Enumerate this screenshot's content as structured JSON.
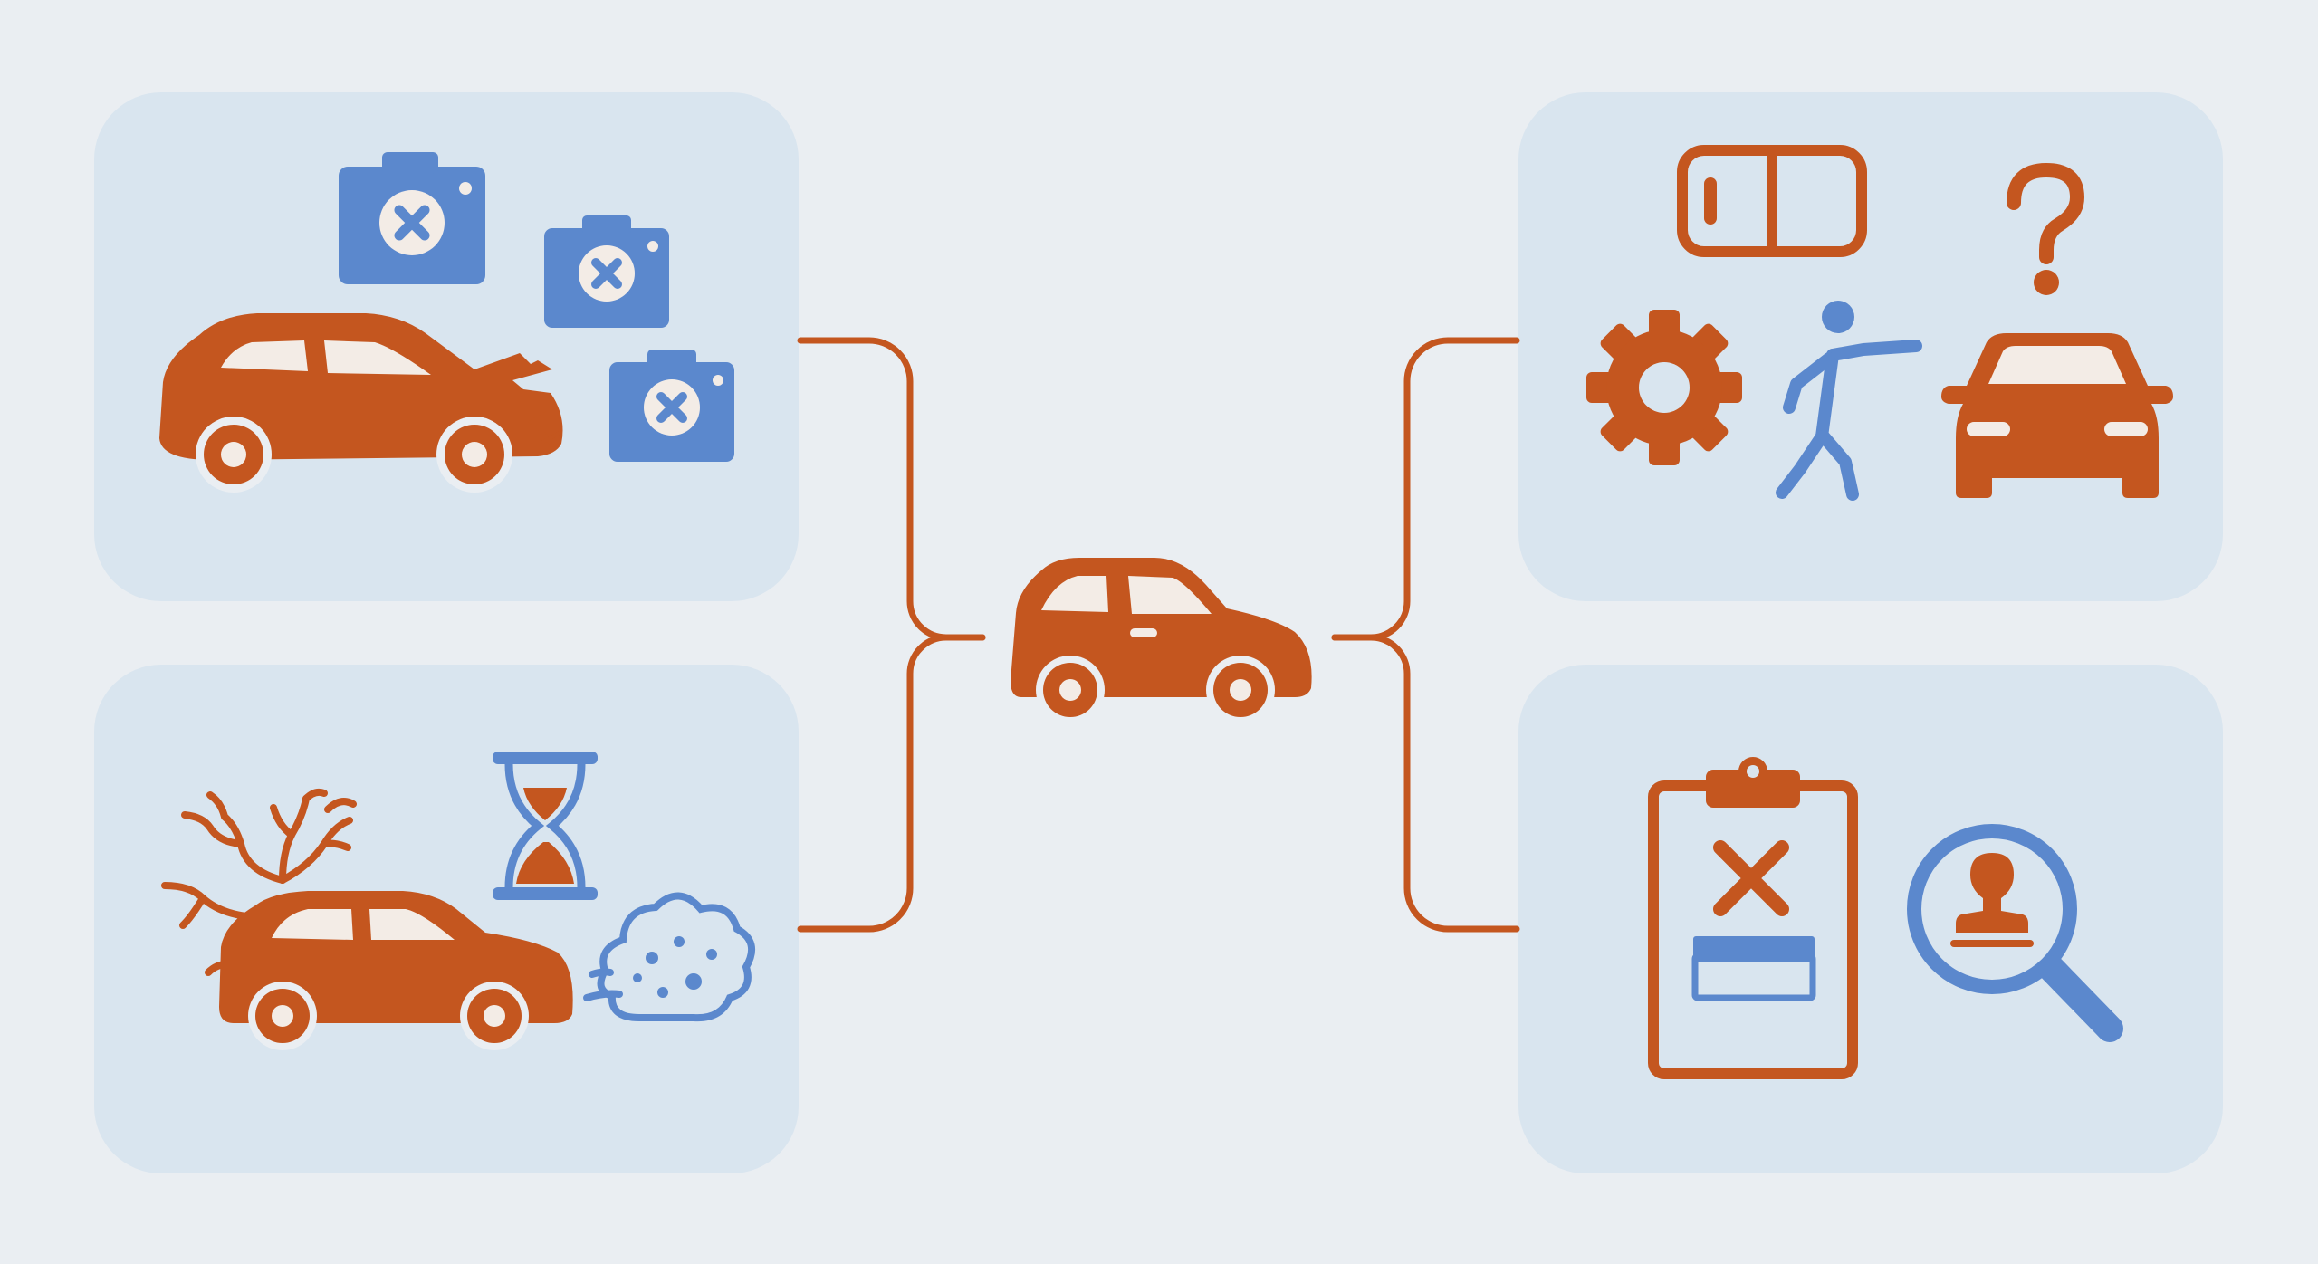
{
  "colors": {
    "background": "#eaeef2",
    "panel": "#d9e5ef",
    "accent": "#c4561f",
    "secondary": "#5b88cd",
    "highlight": "#f3ece6"
  },
  "center": {
    "icon": "car-side-icon"
  },
  "panels": [
    {
      "id": "top-left",
      "icons": [
        "damaged-car-icon",
        "camera-error-icon",
        "camera-error-icon",
        "camera-error-icon"
      ]
    },
    {
      "id": "bottom-left",
      "icons": [
        "dead-tree-icon",
        "car-side-icon",
        "hourglass-icon",
        "exhaust-cloud-icon"
      ]
    },
    {
      "id": "top-right",
      "icons": [
        "dashboard-panel-icon",
        "question-mark-icon",
        "gear-icon",
        "pointing-person-icon",
        "car-front-icon"
      ]
    },
    {
      "id": "bottom-right",
      "icons": [
        "rejected-clipboard-icon",
        "stamp-magnifier-icon"
      ]
    }
  ]
}
